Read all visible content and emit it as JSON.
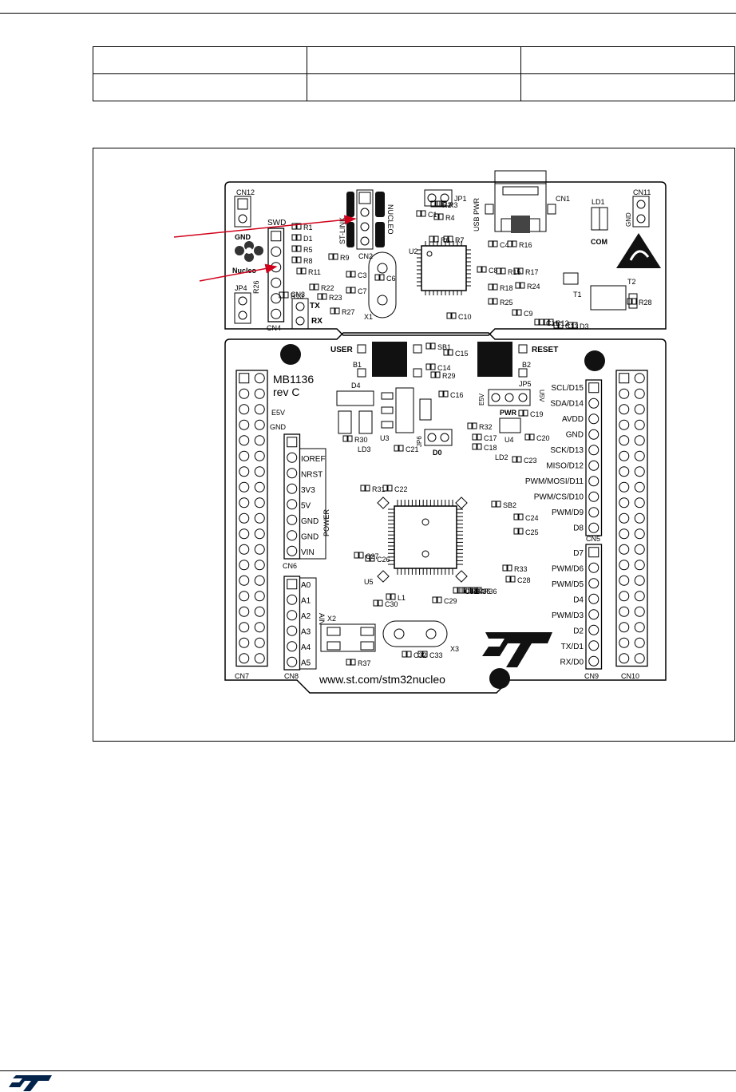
{
  "table": {
    "rows": [
      [
        "",
        "",
        ""
      ],
      [
        "",
        "",
        ""
      ]
    ]
  },
  "board": {
    "connectors": {
      "cn12": "CN12",
      "cn11": "CN11",
      "cn1": "CN1",
      "cn2": "CN2",
      "cn3": "CN3",
      "cn4": "CN4",
      "cn5": "CN5",
      "cn6": "CN6",
      "cn7": "CN7",
      "cn8": "CN8",
      "cn9": "CN9",
      "cn10": "CN10"
    },
    "labels": {
      "swd": "SWD",
      "gnd": "GND",
      "nucleo_logo": "Nucleo",
      "st_link": "ST-LINK",
      "nucleo_jumper": "NUCLEO",
      "usb_pwr": "USB PWR",
      "jp1": "JP1",
      "jp4": "JP4",
      "jp5": "JP5",
      "jp6": "JP6",
      "ld1": "LD1",
      "com": "COM",
      "t1": "T1",
      "t2": "T2",
      "tx": "TX",
      "rx": "RX",
      "x1": "X1",
      "x2": "X2",
      "x3": "X3",
      "u2": "U2",
      "u3": "U3",
      "u4": "U4",
      "u5": "U5",
      "b1": "B1",
      "b2": "B2",
      "user": "USER",
      "reset": "RESET",
      "mb": "MB1136",
      "rev": "rev C",
      "e5v_left": "E5V",
      "gnd_left": "GND",
      "e5v_jp": "E5V",
      "u5v": "U5V",
      "pwr": "PWR",
      "d4": "D4",
      "ld2": "LD2",
      "ld3": "LD3",
      "d0_lbl": "D0",
      "power": "POWER",
      "ain": "AIN",
      "website": "www.st.com/stm32nucleo",
      "comps": [
        "R1",
        "D1",
        "R5",
        "R8",
        "R9",
        "R11",
        "R13",
        "R22",
        "R23",
        "R26",
        "R27",
        "C1",
        "R2",
        "R3",
        "R4",
        "R6",
        "R7",
        "C3",
        "C6",
        "C7",
        "C8",
        "C4",
        "R15",
        "R16",
        "R17",
        "R18",
        "R25",
        "R24",
        "C9",
        "C10",
        "C11",
        "C12",
        "C13",
        "D3",
        "R28",
        "SB1",
        "C14",
        "C15",
        "R29",
        "R30",
        "C16",
        "C17",
        "C18",
        "C19",
        "C20",
        "C21",
        "C22",
        "C23",
        "R31",
        "R32",
        "SB2",
        "C24",
        "C25",
        "C26",
        "C27",
        "R33",
        "C28",
        "L1",
        "C29",
        "C30",
        "C31",
        "R34",
        "R35",
        "R36",
        "R37",
        "C32",
        "C33",
        "C34"
      ]
    },
    "power_pins": [
      "IOREF",
      "NRST",
      "3V3",
      "5V",
      "GND",
      "GND",
      "VIN"
    ],
    "analog_pins": [
      "A0",
      "A1",
      "A2",
      "A3",
      "A4",
      "A5"
    ],
    "right_top_pins": [
      "SCL/D15",
      "SDA/D14",
      "AVDD",
      "GND",
      "SCK/D13",
      "MISO/D12",
      "PWM/MOSI/D11",
      "PWM/CS/D10",
      "PWM/D9",
      "D8"
    ],
    "right_bottom_pins": [
      "D7",
      "PWM/D6",
      "PWM/D5",
      "D4",
      "PWM/D3",
      "D2",
      "TX/D1",
      "RX/D0"
    ]
  },
  "colors": {
    "ink": "#000000",
    "pcb": "#ffffff",
    "logo_blue": "#03234b"
  }
}
